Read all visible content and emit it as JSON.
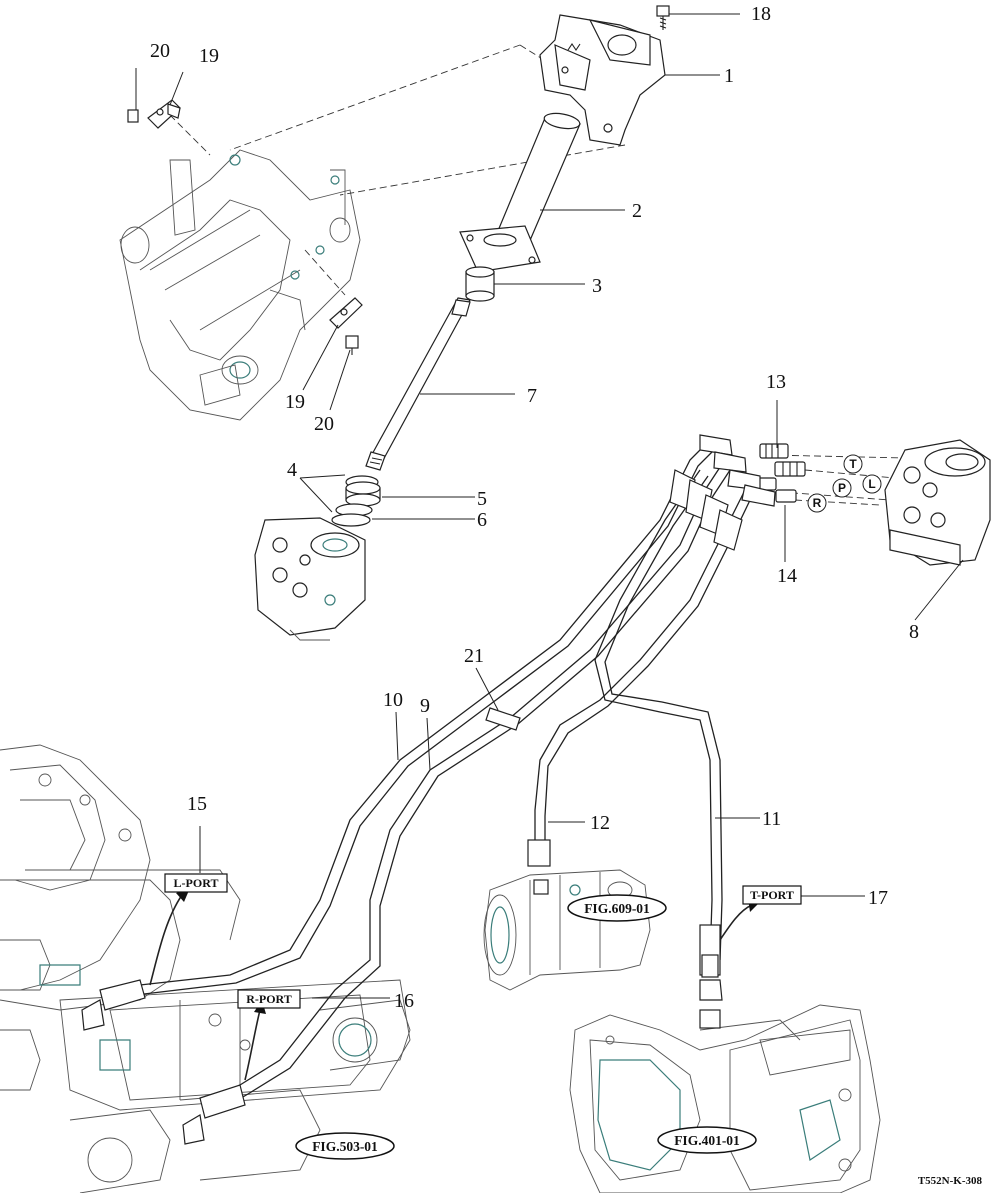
{
  "diagram": {
    "callouts": [
      "1",
      "2",
      "3",
      "4",
      "5",
      "6",
      "7",
      "8",
      "9",
      "10",
      "11",
      "12",
      "13",
      "14",
      "15",
      "16",
      "17",
      "18",
      "19",
      "20",
      "21"
    ],
    "port_tags": {
      "l_port": "L-PORT",
      "r_port": "R-PORT",
      "t_port": "T-PORT"
    },
    "figure_refs": {
      "fig_609": "FIG.609-01",
      "fig_503": "FIG.503-01",
      "fig_401": "FIG.401-01"
    },
    "port_letters": [
      "T",
      "P",
      "L",
      "R"
    ],
    "drawing_code": "T552N-K-308"
  }
}
